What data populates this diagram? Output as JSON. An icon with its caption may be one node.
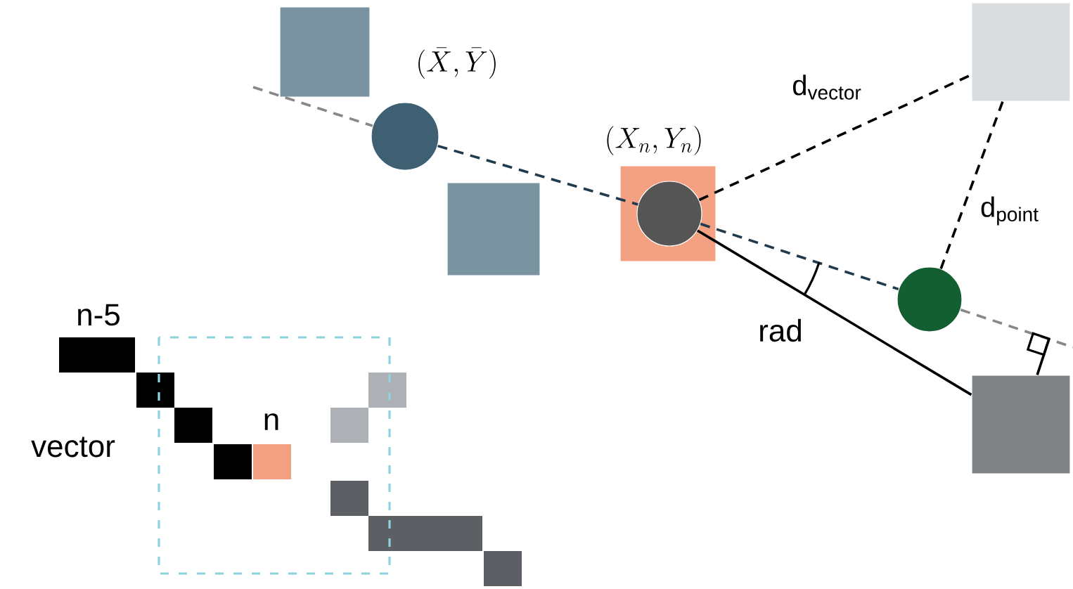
{
  "diagram": {
    "nodes": [
      {
        "text": [],
        "shape": "box"
      },
      {
        "text": [],
        "shape": "circle",
        "beside": [
          "(\\bar{X},\\bar{Y})"
        ]
      },
      {
        "text": [],
        "shape": "box"
      },
      {
        "text": [],
        "shape": "box"
      },
      {
        "text": [],
        "shape": "circle",
        "in": 3,
        "beside": [
          "(X_n,Y_n)"
        ]
      },
      {
        "text": [],
        "shape": "box"
      },
      {
        "text": [],
        "shape": "circle"
      },
      {
        "text": [],
        "shape": "box"
      }
    ],
    "edges": [
      {
        "from": null,
        "to": 1,
        "arrow": "none",
        "style": "dashed",
        "color": "#888888"
      },
      {
        "from": 1,
        "to": 4,
        "arrow": "none",
        "style": "dashed",
        "color": "#1f3b4d"
      },
      {
        "from": 4,
        "to": 6,
        "arrow": "none",
        "style": "dashed",
        "color": "#1f3b4d"
      },
      {
        "from": 6,
        "to": null,
        "arrow": "none",
        "style": "dashed",
        "color": "#888888"
      },
      {
        "from": 4,
        "to": 5,
        "arrow": "none",
        "style": "dashed",
        "label": "d$_{vector}$"
      },
      {
        "from": 5,
        "to": 6,
        "arrow": "none",
        "style": "dashed",
        "label": "d$_{point}$"
      },
      {
        "from": 4,
        "to": 7,
        "arrow": "none"
      },
      {
        "from": 7,
        "to": null,
        "arrow": "other"
      }
    ],
    "labels": [
      "n-5",
      "vector",
      "n",
      "rad"
    ]
  }
}
